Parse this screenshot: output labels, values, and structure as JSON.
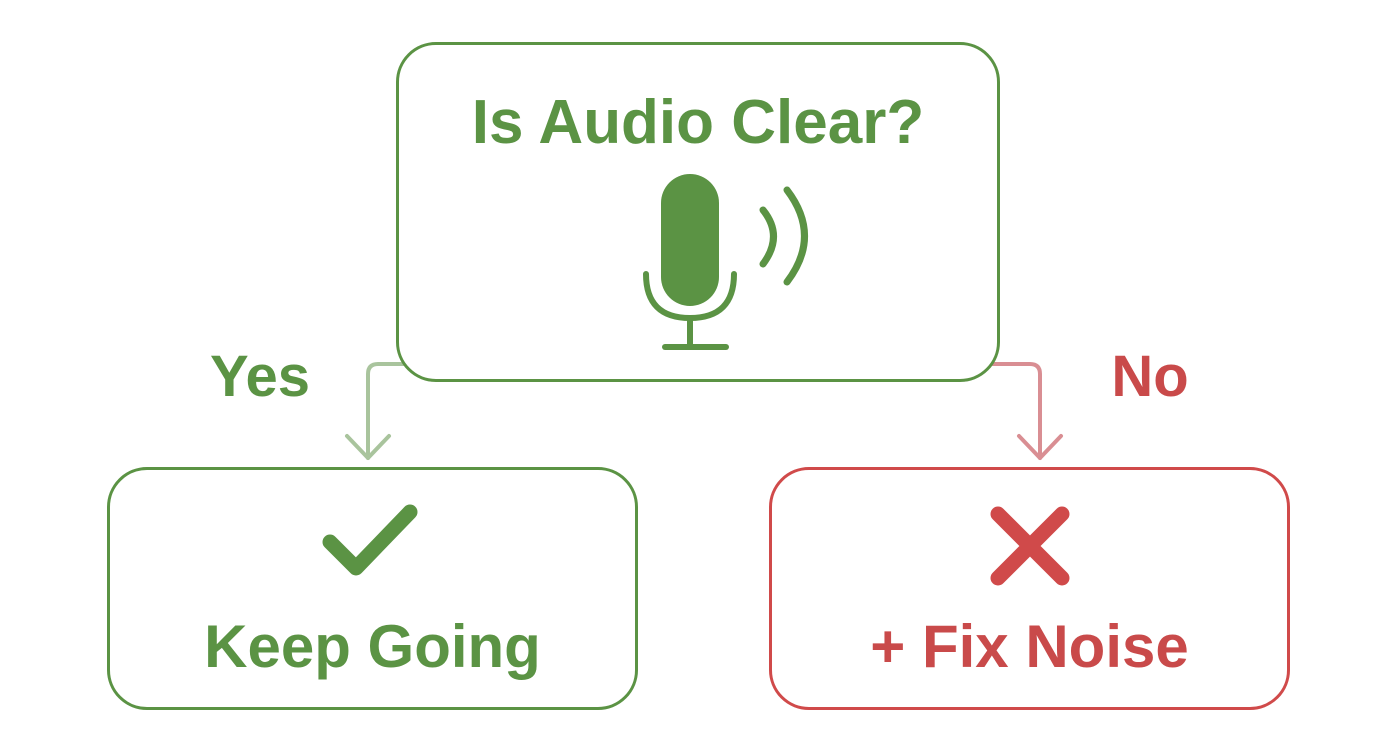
{
  "colors": {
    "green": "#5b9344",
    "red": "#d04a4a",
    "green_connector": "#a9c49d",
    "red_connector": "#d98e93"
  },
  "question": {
    "text": "Is Audio Clear?",
    "icon": "microphone-sound-icon"
  },
  "branches": {
    "yes": {
      "label": "Yes",
      "icon": "checkmark-icon",
      "result": "Keep Going"
    },
    "no": {
      "label": "No",
      "icon": "x-mark-icon",
      "result": "+ Fix Noise"
    }
  }
}
